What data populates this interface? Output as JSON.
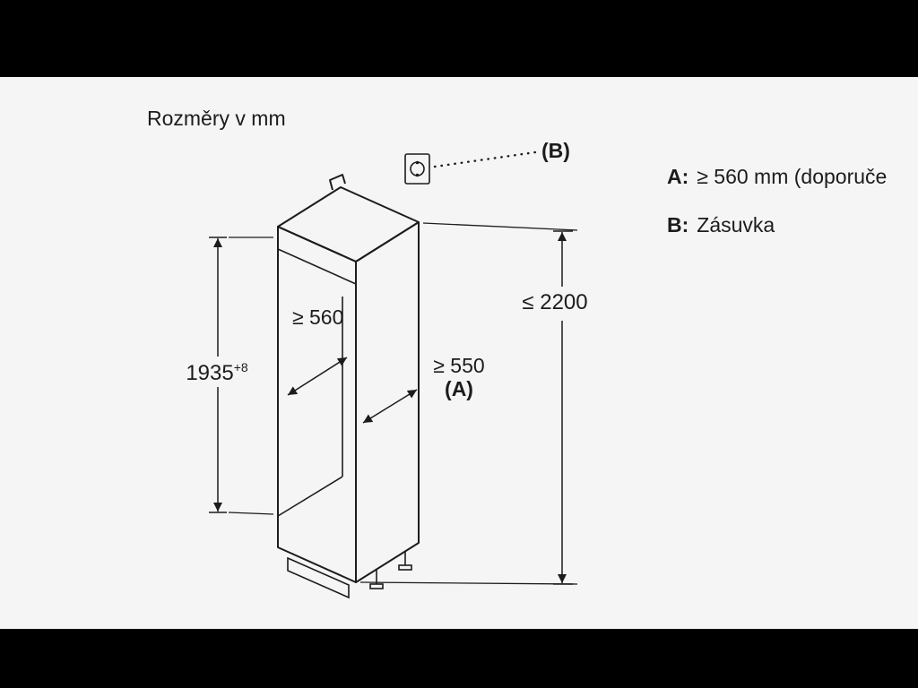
{
  "colors": {
    "letterbox": "#000000",
    "canvas": "#f5f5f5",
    "line": "#1c1c1c",
    "text": "#1c1c1c"
  },
  "title": "Rozměry v mm",
  "dimensions": {
    "total_height": "≤ 2200",
    "niche_height": "1935",
    "niche_height_tol": "+8",
    "inner_depth": "≥ 560",
    "wall_depth": "≥ 550",
    "wall_depth_ref": "(A)",
    "socket_ref": "(B)"
  },
  "legend": {
    "a_key": "A:",
    "a_value": "≥ 560 mm (doporuče",
    "b_key": "B:",
    "b_value": "Zásuvka"
  },
  "icons": {
    "socket_icon": "power-socket-icon"
  }
}
